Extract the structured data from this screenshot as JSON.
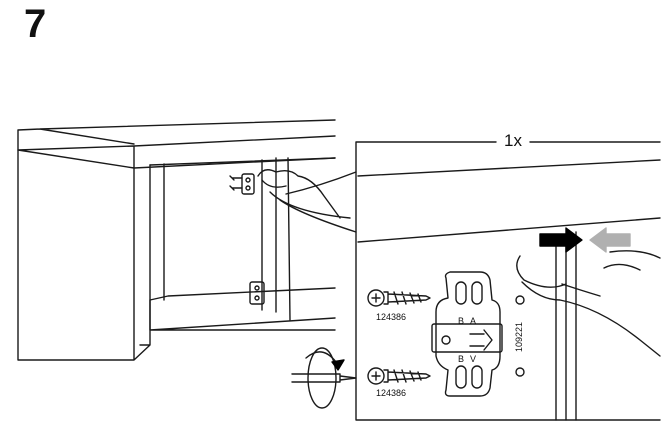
{
  "step": {
    "number": "7"
  },
  "detail": {
    "quantity_label": "1x",
    "hinge_part_number": "109221",
    "hinge_letters": [
      "B",
      "A",
      "B",
      "V"
    ],
    "screws": [
      {
        "part_number": "124386"
      },
      {
        "part_number": "124386"
      }
    ]
  },
  "icons": [
    "screwdriver-icon",
    "rotate-clockwise-icon",
    "push-arrow-icon",
    "blocked-arrow-icon",
    "hand-icon"
  ],
  "colors": {
    "line": "#1a1a1a",
    "arrow_active": "#000000",
    "arrow_inactive": "#b0b0b0",
    "background": "#ffffff"
  }
}
